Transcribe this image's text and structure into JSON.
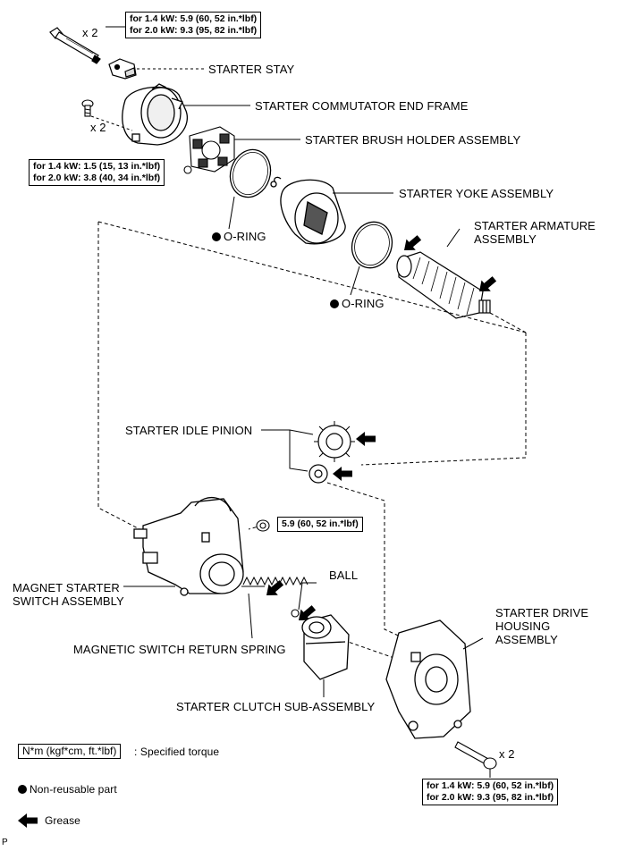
{
  "torque_boxes": {
    "stay_bolt": {
      "line1": "for 1.4 kW: 5.9 (60, 52 in.*lbf)",
      "line2": "for 2.0 kW: 9.3 (95, 82 in.*lbf)"
    },
    "end_frame_screw": {
      "line1": "for 1.4 kW: 1.5 (15, 13 in.*lbf)",
      "line2": "for 2.0 kW: 3.8 (40, 34 in.*lbf)"
    },
    "terminal_nut": {
      "line1": "5.9 (60, 52 in.*lbf)"
    },
    "housing_bolt": {
      "line1": "for 1.4 kW: 5.9 (60, 52 in.*lbf)",
      "line2": "for 2.0 kW: 9.3 (95, 82 in.*lbf)"
    }
  },
  "quantities": {
    "q1": "x 2",
    "q2": "x 2",
    "q3": "x 2"
  },
  "labels": {
    "starter_stay": "STARTER STAY",
    "commutator_end_frame": "STARTER COMMUTATOR END FRAME",
    "brush_holder": "STARTER BRUSH HOLDER ASSEMBLY",
    "yoke": "STARTER YOKE ASSEMBLY",
    "o_ring_1": "O-RING",
    "armature_l1": "STARTER ARMATURE",
    "armature_l2": "ASSEMBLY",
    "o_ring_2": "O-RING",
    "idle_pinion": "STARTER IDLE PINION",
    "ball": "BALL",
    "magnet_switch_l1": "MAGNET STARTER",
    "magnet_switch_l2": "SWITCH ASSEMBLY",
    "return_spring": "MAGNETIC SWITCH RETURN SPRING",
    "drive_housing_l1": "STARTER DRIVE",
    "drive_housing_l2": "HOUSING",
    "drive_housing_l3": "ASSEMBLY",
    "clutch": "STARTER CLUTCH SUB-ASSEMBLY"
  },
  "legend": {
    "torque_unit": "N*m (kgf*cm, ft.*lbf)",
    "torque_desc": ": Specified torque",
    "non_reusable": "Non-reusable part",
    "grease": "Grease"
  },
  "corner_mark": "P"
}
